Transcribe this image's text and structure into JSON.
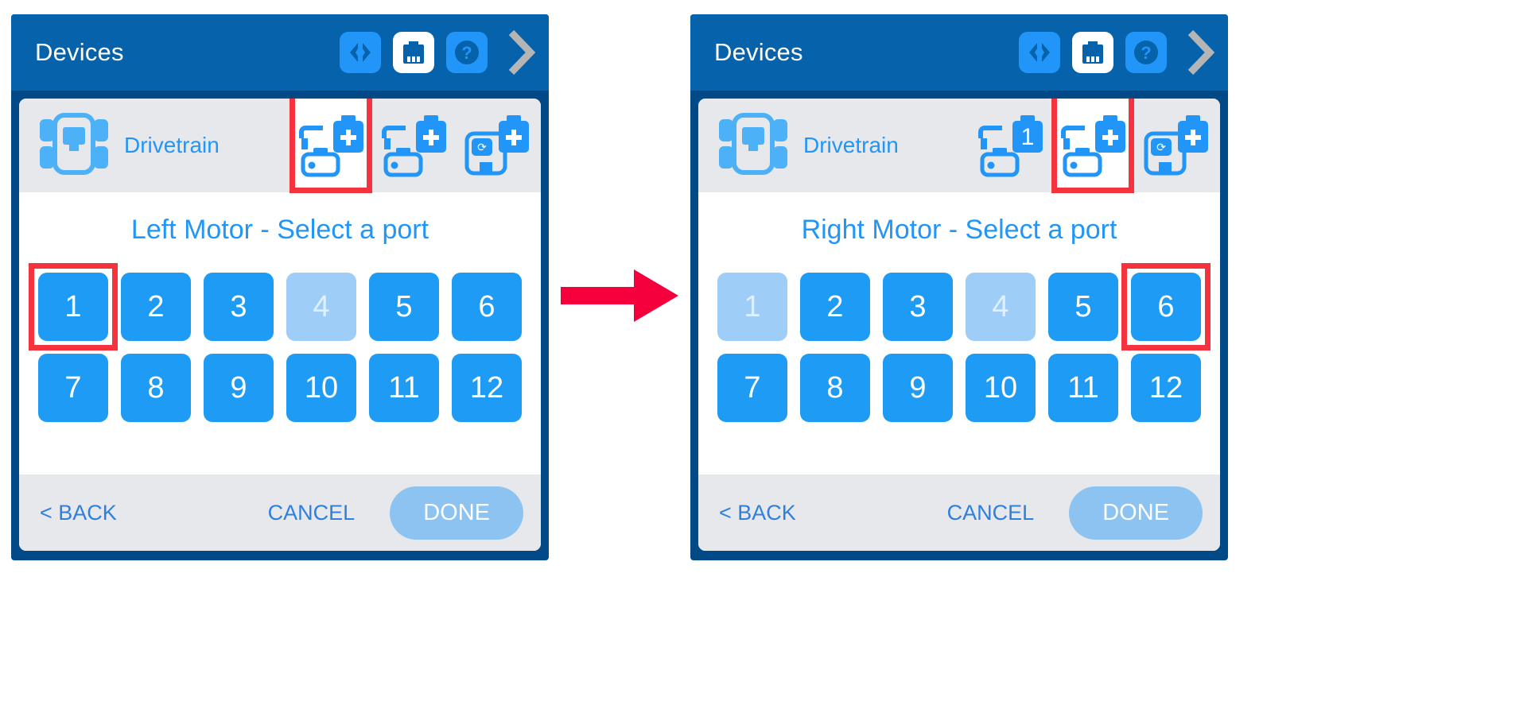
{
  "colors": {
    "header_blue": "#0662ab",
    "phone_body": "#024a87",
    "accent_blue": "#2196f8",
    "port_blue": "#1e9cf5",
    "port_disabled": "#9ecdf7",
    "strip_grey": "#e6e8eb",
    "highlight_red": "#f5333f",
    "arrow_red": "#f5003c",
    "done_blue": "#8cc3f0",
    "link_blue": "#2d7fe0",
    "chevron_grey": "#b5b5b5"
  },
  "header": {
    "title": "Devices",
    "icons": [
      {
        "name": "code-brackets-icon",
        "glyph": "<>"
      },
      {
        "name": "battery-brain-icon",
        "glyph": "brain"
      },
      {
        "name": "help-question-icon",
        "glyph": "?"
      },
      {
        "name": "chevron-right-icon",
        "glyph": ">"
      }
    ]
  },
  "panels": [
    {
      "id": "left",
      "device_name": "Drivetrain",
      "device_slots": [
        {
          "name": "add-motor-slot",
          "badge": "+",
          "kind": "motor",
          "selected": true,
          "highlight": true
        },
        {
          "name": "add-motor-slot",
          "badge": "+",
          "kind": "motor",
          "selected": false,
          "highlight": false
        },
        {
          "name": "add-sensor-slot",
          "badge": "+",
          "kind": "sensor",
          "selected": false,
          "highlight": false
        }
      ],
      "prompt": "Left Motor - Select a port",
      "ports": [
        {
          "label": "1",
          "disabled": false,
          "highlight": true
        },
        {
          "label": "2",
          "disabled": false,
          "highlight": false
        },
        {
          "label": "3",
          "disabled": false,
          "highlight": false
        },
        {
          "label": "4",
          "disabled": true,
          "highlight": false
        },
        {
          "label": "5",
          "disabled": false,
          "highlight": false
        },
        {
          "label": "6",
          "disabled": false,
          "highlight": false
        },
        {
          "label": "7",
          "disabled": false,
          "highlight": false
        },
        {
          "label": "8",
          "disabled": false,
          "highlight": false
        },
        {
          "label": "9",
          "disabled": false,
          "highlight": false
        },
        {
          "label": "10",
          "disabled": false,
          "highlight": false
        },
        {
          "label": "11",
          "disabled": false,
          "highlight": false
        },
        {
          "label": "12",
          "disabled": false,
          "highlight": false
        }
      ],
      "footer": {
        "back": "< BACK",
        "cancel": "CANCEL",
        "done": "DONE"
      }
    },
    {
      "id": "right",
      "device_name": "Drivetrain",
      "device_slots": [
        {
          "name": "motor-port-1-slot",
          "badge": "1",
          "kind": "motor",
          "selected": false,
          "highlight": false
        },
        {
          "name": "add-motor-slot",
          "badge": "+",
          "kind": "motor",
          "selected": true,
          "highlight": true
        },
        {
          "name": "add-sensor-slot",
          "badge": "+",
          "kind": "sensor",
          "selected": false,
          "highlight": false
        }
      ],
      "prompt": "Right Motor - Select a port",
      "ports": [
        {
          "label": "1",
          "disabled": true,
          "highlight": false
        },
        {
          "label": "2",
          "disabled": false,
          "highlight": false
        },
        {
          "label": "3",
          "disabled": false,
          "highlight": false
        },
        {
          "label": "4",
          "disabled": true,
          "highlight": false
        },
        {
          "label": "5",
          "disabled": false,
          "highlight": false
        },
        {
          "label": "6",
          "disabled": false,
          "highlight": true
        },
        {
          "label": "7",
          "disabled": false,
          "highlight": false
        },
        {
          "label": "8",
          "disabled": false,
          "highlight": false
        },
        {
          "label": "9",
          "disabled": false,
          "highlight": false
        },
        {
          "label": "10",
          "disabled": false,
          "highlight": false
        },
        {
          "label": "11",
          "disabled": false,
          "highlight": false
        },
        {
          "label": "12",
          "disabled": false,
          "highlight": false
        }
      ],
      "footer": {
        "back": "< BACK",
        "cancel": "CANCEL",
        "done": "DONE"
      }
    }
  ],
  "flow_arrow": {
    "name": "flow-arrow-right-icon",
    "direction": "right"
  }
}
